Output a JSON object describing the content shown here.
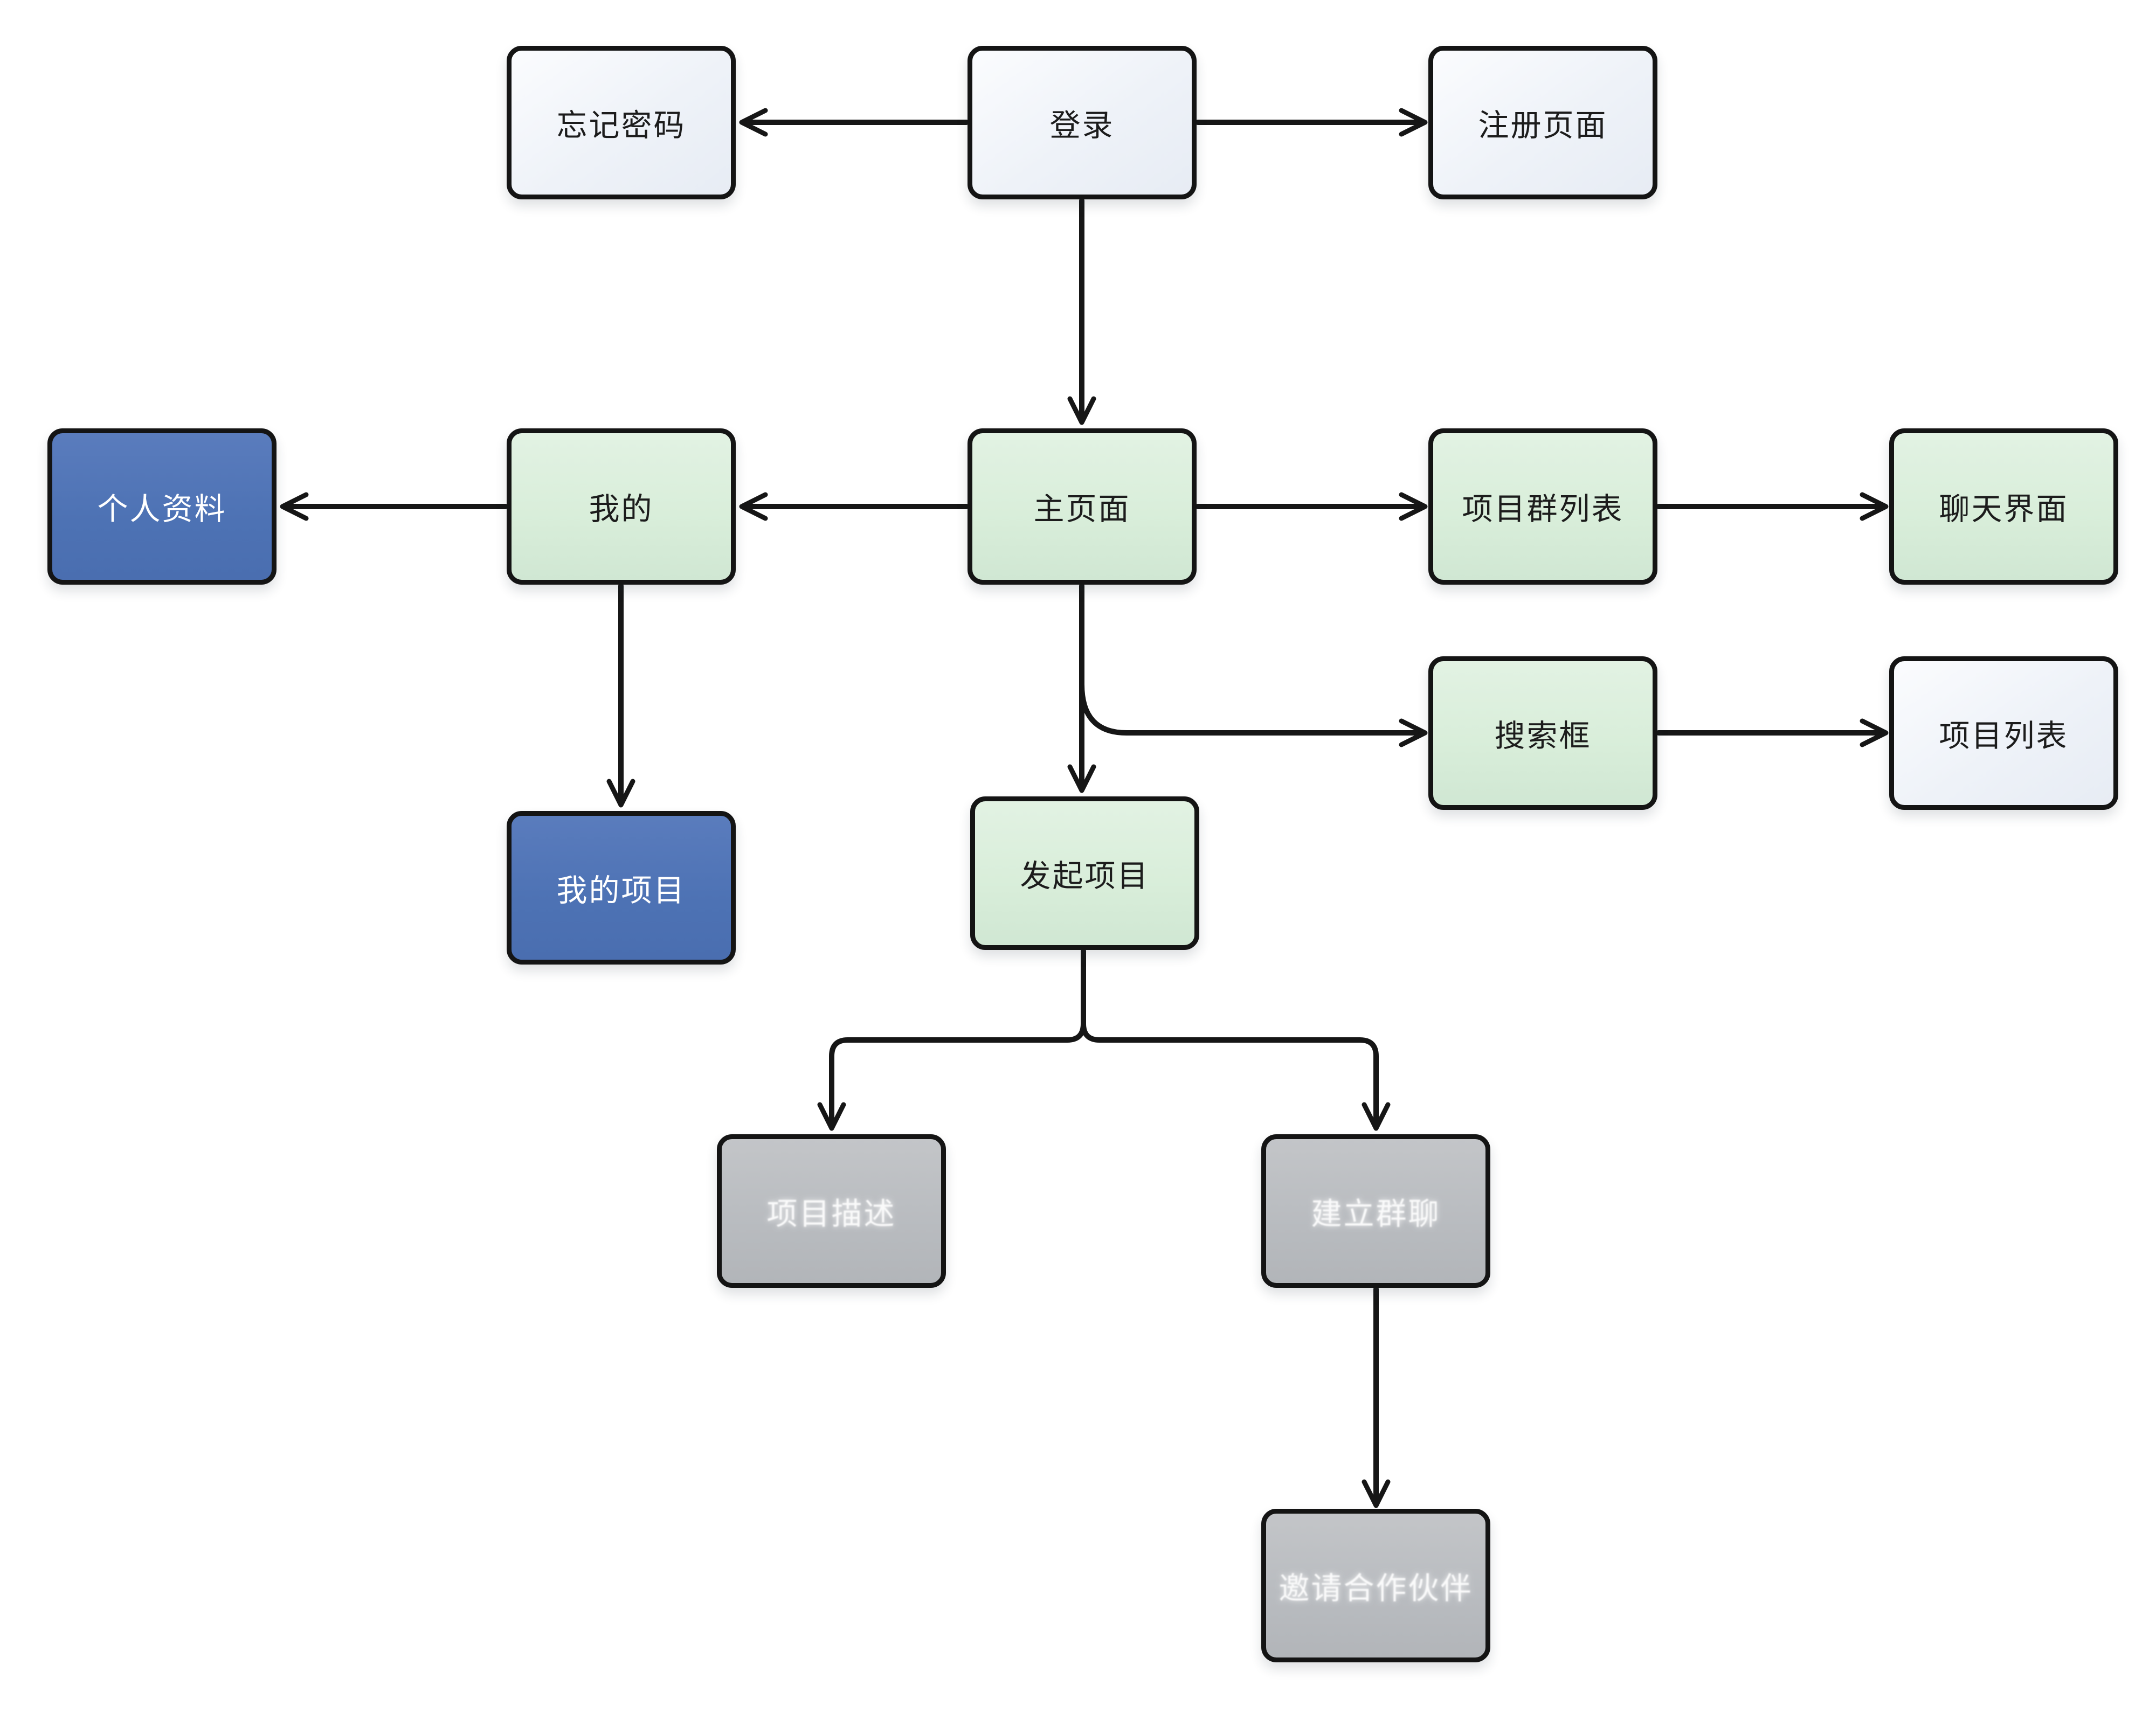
{
  "diagram": {
    "type": "flowchart",
    "nodes": [
      {
        "id": "forgot-password",
        "label": "忘记密码",
        "variant": "light"
      },
      {
        "id": "login",
        "label": "登录",
        "variant": "light"
      },
      {
        "id": "register-page",
        "label": "注册页面",
        "variant": "light"
      },
      {
        "id": "profile",
        "label": "个人资料",
        "variant": "blue"
      },
      {
        "id": "mine",
        "label": "我的",
        "variant": "green"
      },
      {
        "id": "main-page",
        "label": "主页面",
        "variant": "green"
      },
      {
        "id": "project-group-list",
        "label": "项目群列表",
        "variant": "green"
      },
      {
        "id": "chat-interface",
        "label": "聊天界面",
        "variant": "green"
      },
      {
        "id": "search-box",
        "label": "搜索框",
        "variant": "green"
      },
      {
        "id": "project-list",
        "label": "项目列表",
        "variant": "light"
      },
      {
        "id": "my-projects",
        "label": "我的项目",
        "variant": "blue"
      },
      {
        "id": "initiate-project",
        "label": "发起项目",
        "variant": "green"
      },
      {
        "id": "project-description",
        "label": "项目描述",
        "variant": "gray"
      },
      {
        "id": "create-group-chat",
        "label": "建立群聊",
        "variant": "gray"
      },
      {
        "id": "invite-partners",
        "label": "邀请合作伙伴",
        "variant": "gray"
      }
    ],
    "edges": [
      {
        "from": "login",
        "to": "forgot-password"
      },
      {
        "from": "login",
        "to": "register-page"
      },
      {
        "from": "login",
        "to": "main-page"
      },
      {
        "from": "main-page",
        "to": "mine"
      },
      {
        "from": "mine",
        "to": "profile"
      },
      {
        "from": "main-page",
        "to": "project-group-list"
      },
      {
        "from": "project-group-list",
        "to": "chat-interface"
      },
      {
        "from": "mine",
        "to": "my-projects"
      },
      {
        "from": "main-page",
        "to": "initiate-project"
      },
      {
        "from": "main-page",
        "to": "search-box"
      },
      {
        "from": "search-box",
        "to": "project-list"
      },
      {
        "from": "initiate-project",
        "to": "project-description"
      },
      {
        "from": "initiate-project",
        "to": "create-group-chat"
      },
      {
        "from": "create-group-chat",
        "to": "invite-partners"
      }
    ],
    "colors": {
      "background": "#ffffff",
      "border": "#141414",
      "arrow": "#161616",
      "node_light": "#eef2f8",
      "node_green": "#d9eeda",
      "node_blue": "#4d72b4",
      "node_gray": "#b9bcc0",
      "text_dark": "#1c1c1c",
      "text_light": "#ffffff"
    }
  }
}
